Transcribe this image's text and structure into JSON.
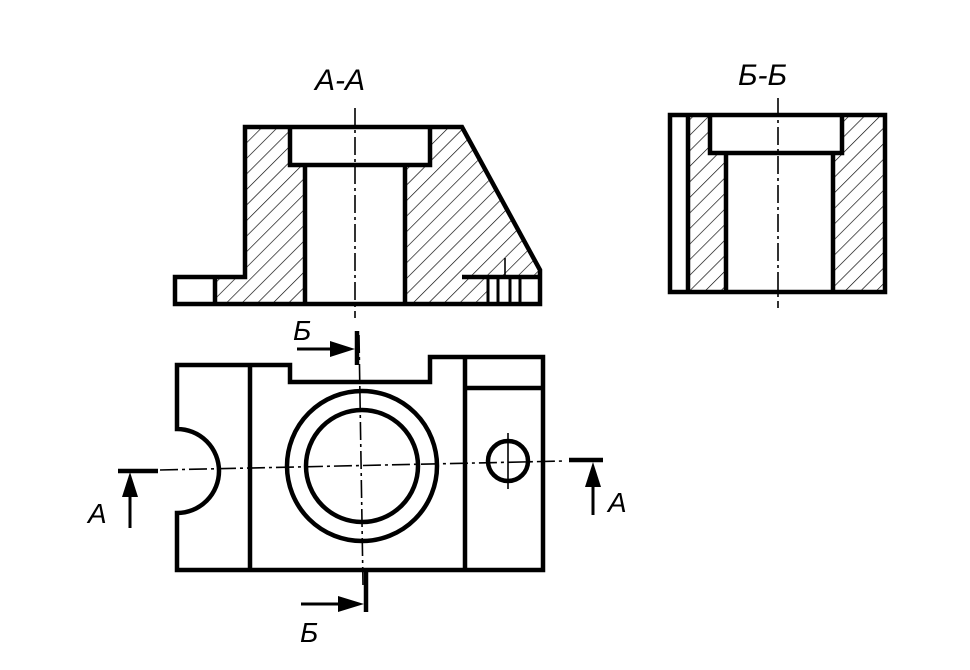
{
  "labels": {
    "section_aa_title": "А-А",
    "section_bb_title": "Б-Б",
    "cut_b_top": "Б",
    "cut_b_bottom": "Б",
    "cut_a_left": "А",
    "cut_a_right": "А"
  }
}
